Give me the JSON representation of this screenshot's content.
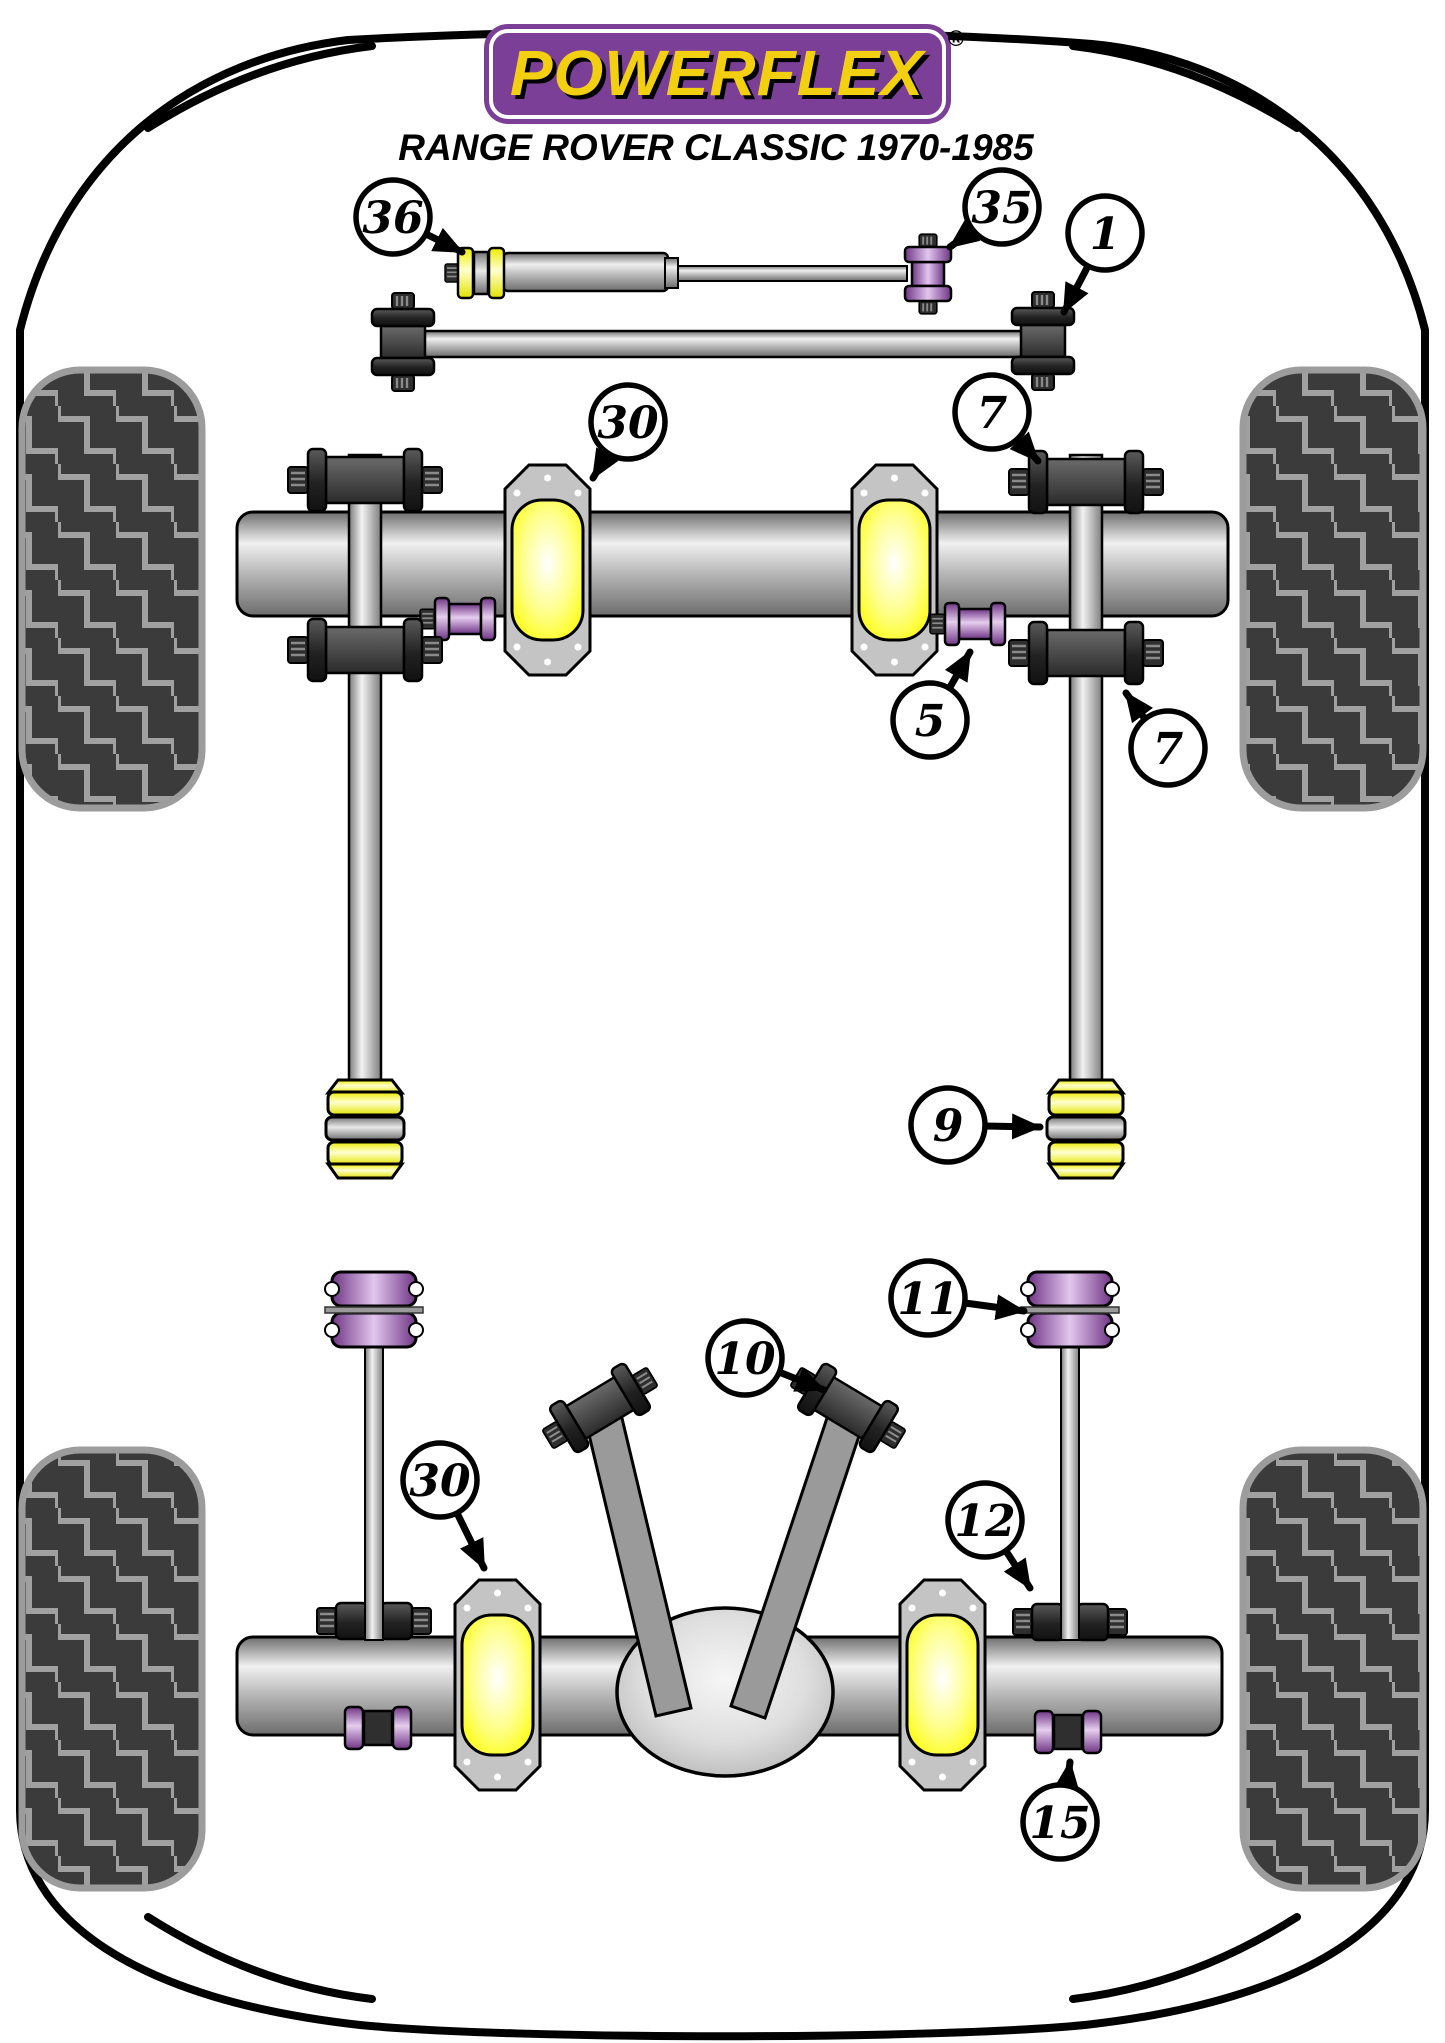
{
  "header": {
    "logo_text": "POWERFLEX",
    "registered_mark": "®",
    "title": "RANGE ROVER CLASSIC 1970-1985"
  },
  "diagram": {
    "description": "Top view chassis diagram of suspension bush locations",
    "callouts": [
      {
        "number": "36",
        "points_to": "steering-damper-bush-yellow"
      },
      {
        "number": "35",
        "points_to": "steering-damper-link-bush-purple"
      },
      {
        "number": "1",
        "points_to": "panhard-rod-end-bush"
      },
      {
        "number": "30",
        "points_to": "front-spring-seat-pad"
      },
      {
        "number": "7",
        "points_to": "front-radius-arm-to-axle-bush-upper"
      },
      {
        "number": "5",
        "points_to": "front-axle-small-bush"
      },
      {
        "number": "7",
        "points_to": "front-radius-arm-to-axle-bush-lower"
      },
      {
        "number": "9",
        "points_to": "front-radius-arm-to-chassis-bush"
      },
      {
        "number": "11",
        "points_to": "rear-shock-top-bush"
      },
      {
        "number": "10",
        "points_to": "a-frame-pivot-bush"
      },
      {
        "number": "30",
        "points_to": "rear-spring-seat-pad"
      },
      {
        "number": "12",
        "points_to": "rear-shock-lower-mount-bush"
      },
      {
        "number": "15",
        "points_to": "rear-axle-link-bush"
      }
    ],
    "colors": {
      "powerflex_purple": "#7b3f98",
      "powerflex_yellow": "#f3cf12",
      "bush_yellow": "#fcfc00",
      "bush_purple": "#8a4d9e",
      "bush_black": "#2b2b2b",
      "metal_gray": "#b5b5b5",
      "tread_dark": "#3b3b3b",
      "tread_light": "#a0a0a0"
    }
  }
}
